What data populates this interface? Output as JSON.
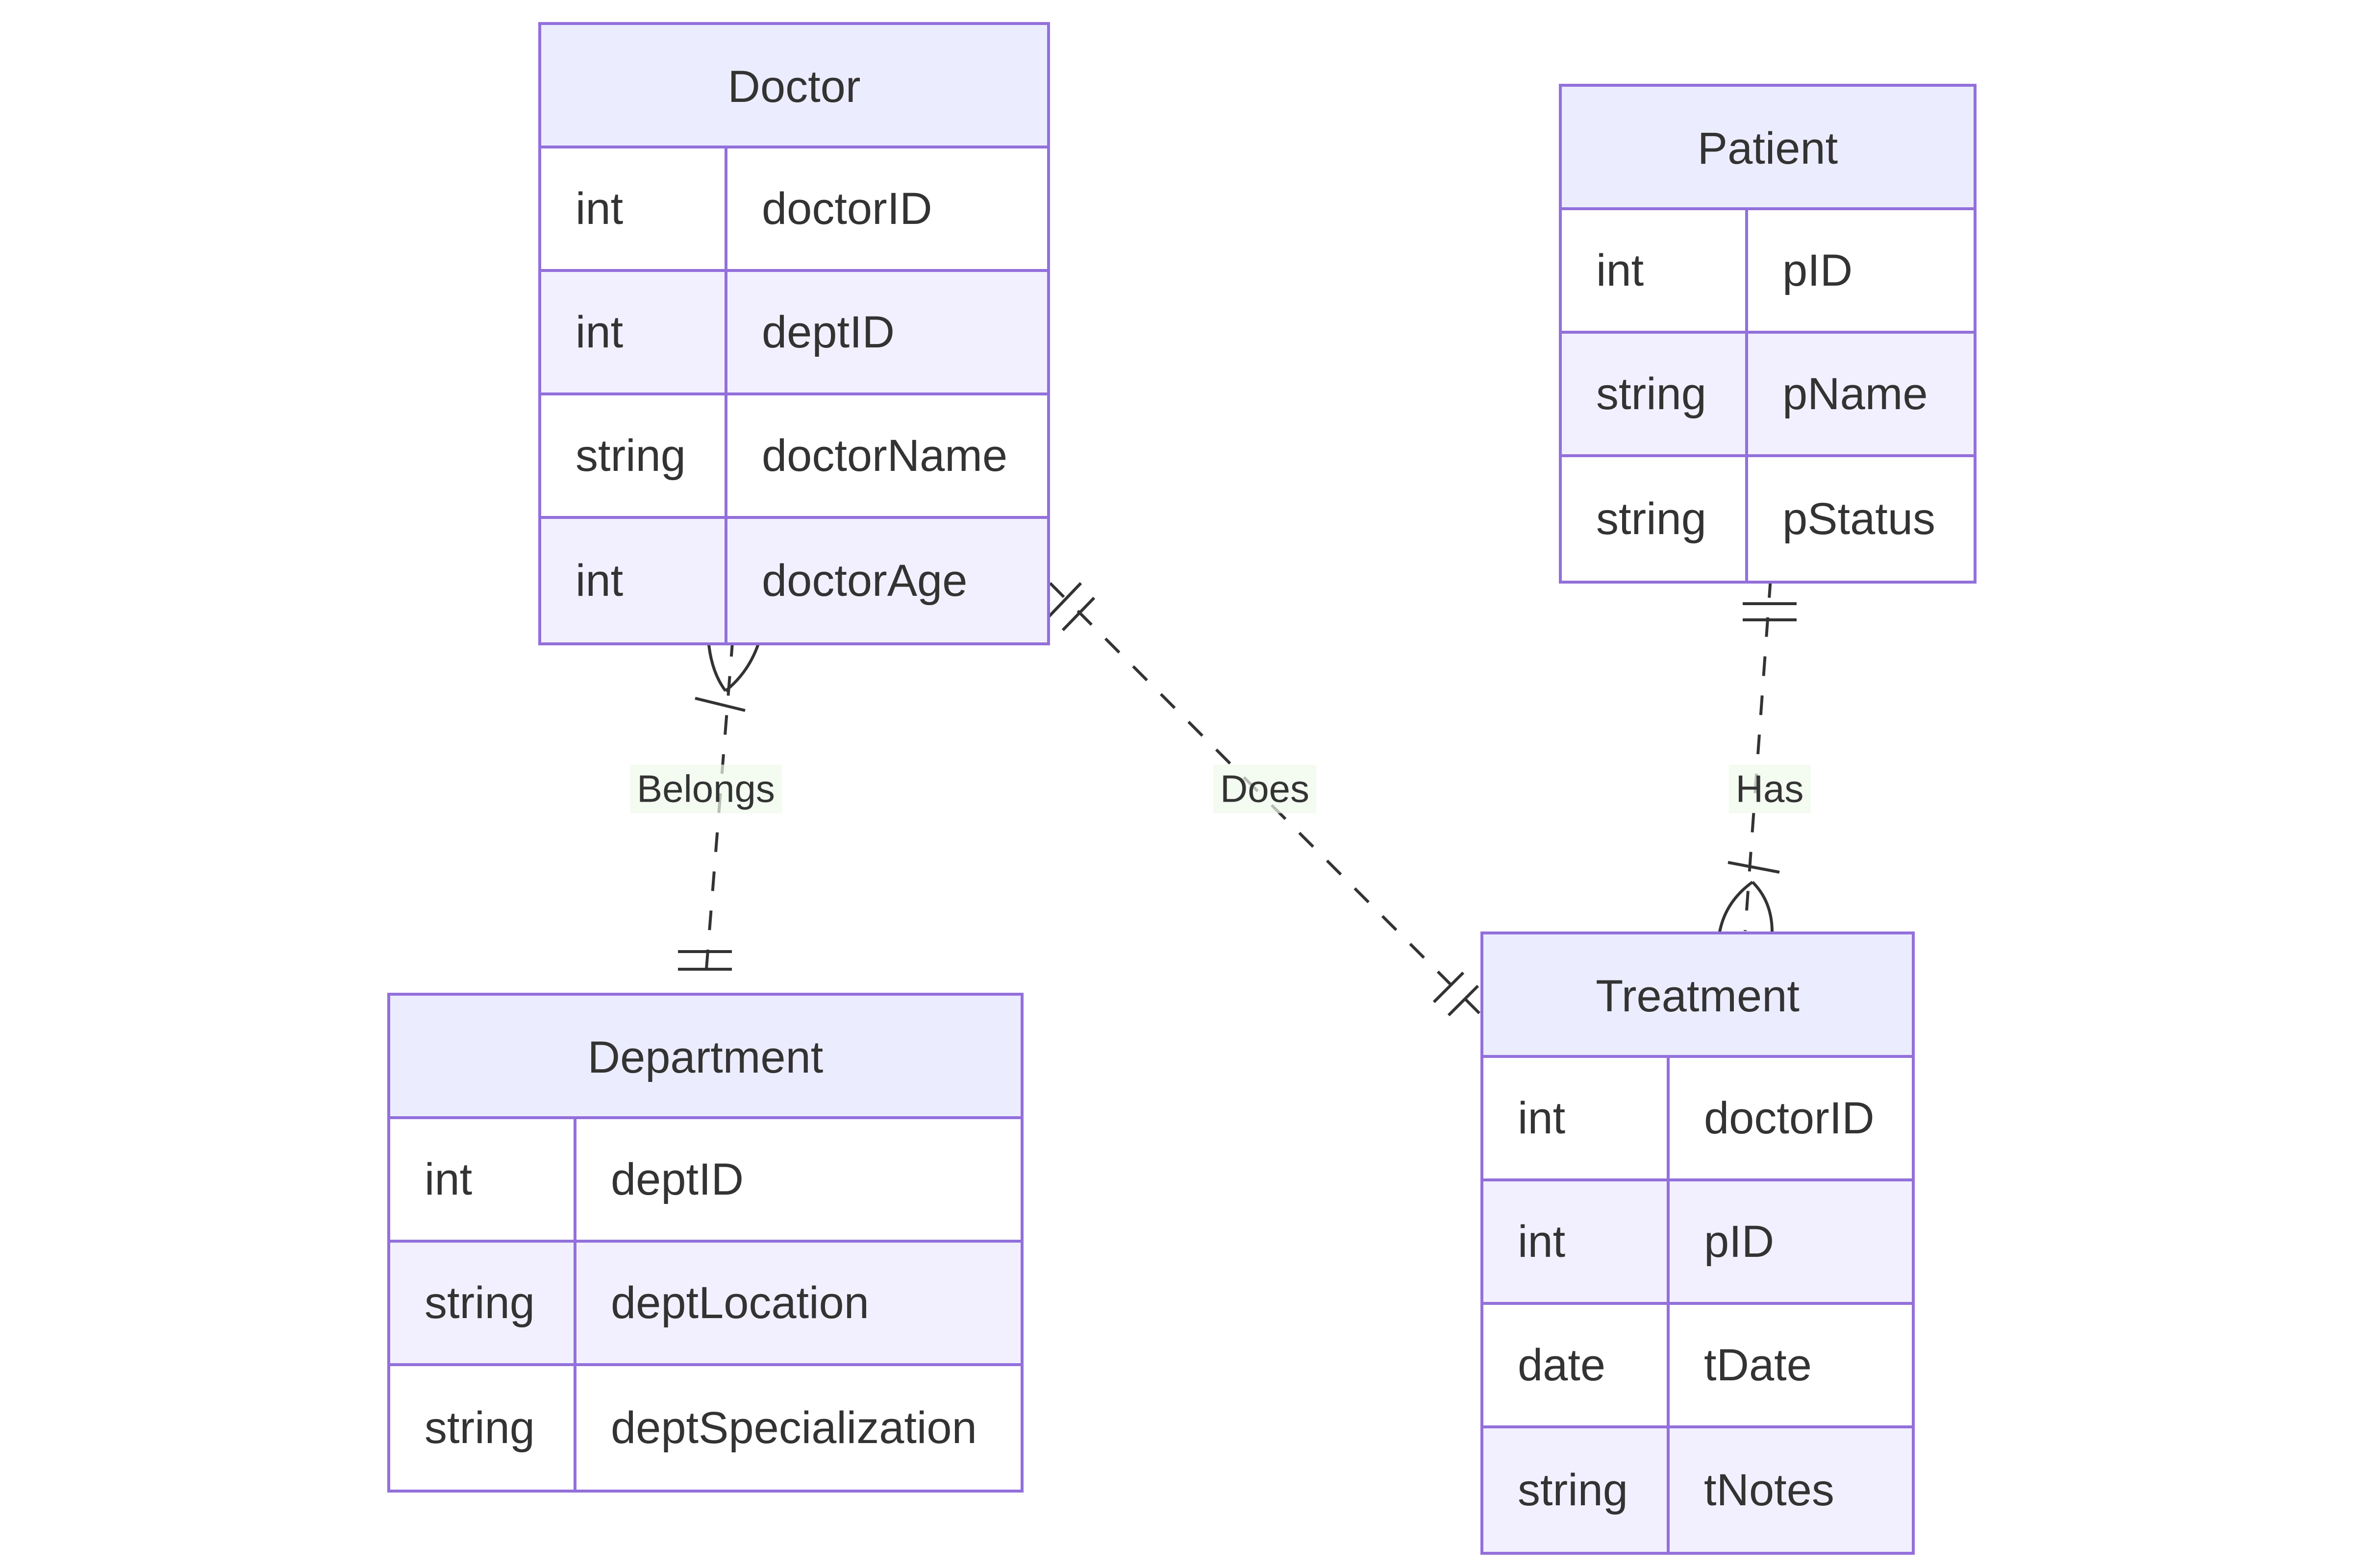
{
  "entities": {
    "doctor": {
      "name": "Doctor",
      "attributes": [
        {
          "type": "int",
          "name": "doctorID"
        },
        {
          "type": "int",
          "name": "deptID"
        },
        {
          "type": "string",
          "name": "doctorName"
        },
        {
          "type": "int",
          "name": "doctorAge"
        }
      ]
    },
    "patient": {
      "name": "Patient",
      "attributes": [
        {
          "type": "int",
          "name": "pID"
        },
        {
          "type": "string",
          "name": "pName"
        },
        {
          "type": "string",
          "name": "pStatus"
        }
      ]
    },
    "department": {
      "name": "Department",
      "attributes": [
        {
          "type": "int",
          "name": "deptID"
        },
        {
          "type": "string",
          "name": "deptLocation"
        },
        {
          "type": "string",
          "name": "deptSpecialization"
        }
      ]
    },
    "treatment": {
      "name": "Treatment",
      "attributes": [
        {
          "type": "int",
          "name": "doctorID"
        },
        {
          "type": "int",
          "name": "pID"
        },
        {
          "type": "date",
          "name": "tDate"
        },
        {
          "type": "string",
          "name": "tNotes"
        }
      ]
    }
  },
  "relationships": {
    "belongs": {
      "label": "Belongs",
      "from": "Doctor",
      "to": "Department",
      "from_cardinality": "one-or-more",
      "to_cardinality": "exactly-one"
    },
    "does": {
      "label": "Does",
      "from": "Doctor",
      "to": "Treatment",
      "from_cardinality": "exactly-one",
      "to_cardinality": "exactly-one"
    },
    "has": {
      "label": "Has",
      "from": "Patient",
      "to": "Treatment",
      "from_cardinality": "exactly-one",
      "to_cardinality": "one-or-more"
    }
  },
  "colors": {
    "entity_border": "#9370DB",
    "entity_header": "#ECECFF",
    "row_alt": "#F2F0FF",
    "row_plain": "#FFFFFF",
    "text": "#333333",
    "edge": "#333333"
  }
}
